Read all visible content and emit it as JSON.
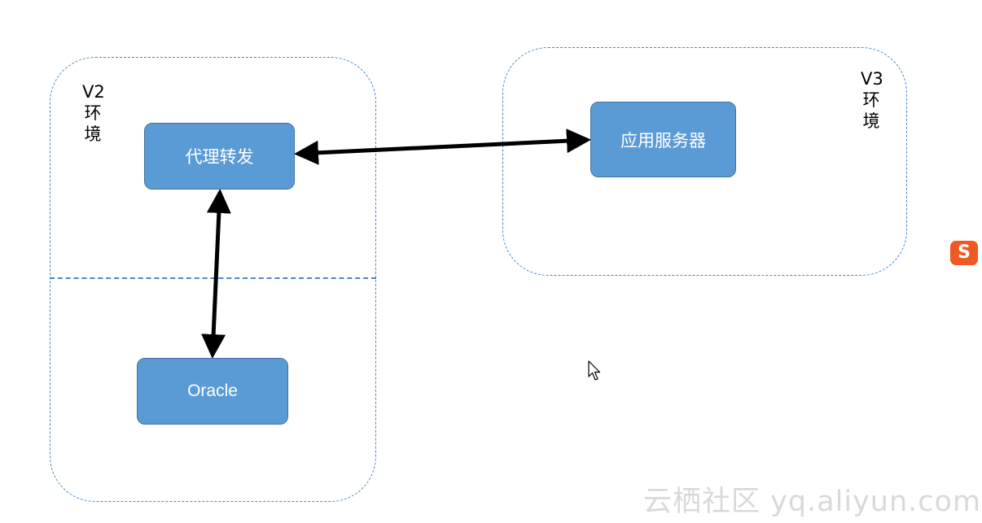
{
  "regions": {
    "v2_label": "V2环境",
    "v3_label": "V3环境"
  },
  "nodes": {
    "proxy": "代理转发",
    "app_server": "应用服务器",
    "oracle": "Oracle"
  },
  "connections": [
    {
      "from": "代理转发",
      "to": "应用服务器",
      "direction": "both"
    },
    {
      "from": "代理转发",
      "to": "Oracle",
      "direction": "both"
    }
  ],
  "watermark": "云栖社区 yq.aliyun.com",
  "colors": {
    "node_fill": "#5b9bd5",
    "node_border": "#41719c",
    "region_border": "#4a86c5",
    "arrow": "#000000",
    "sogou_icon": "#ef5a24"
  },
  "icons": {
    "sogou": "S"
  }
}
